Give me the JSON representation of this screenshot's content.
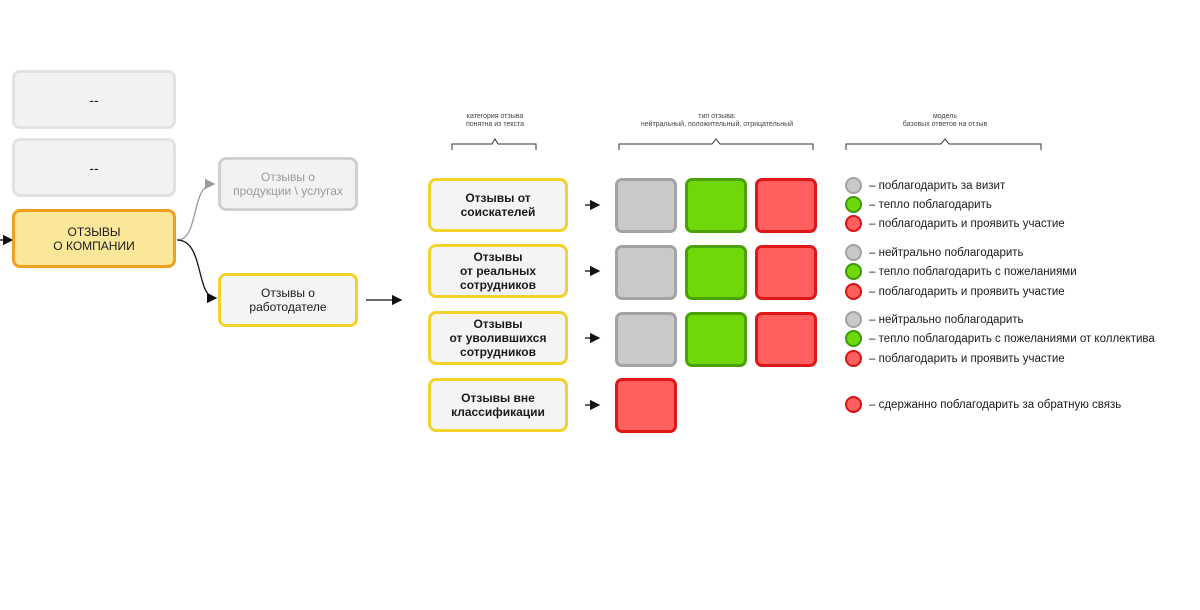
{
  "left": {
    "placeholder_1": "--",
    "placeholder_2": "--",
    "company_reviews": "ОТЗЫВЫ\nО КОМПАНИИ",
    "products_reviews": "Отзывы о\nпродукции \\ услугах",
    "employer_reviews": "Отзывы о\nработодателе"
  },
  "column_headers": {
    "category": "категория отзыва\nпонятна из текста",
    "type": "тип отзыва:\nнейтральный, положительный, отрицательный",
    "model": "модель\nбазовых ответов на отзыв"
  },
  "rows": [
    {
      "label": "Отзывы от\nсоискателей",
      "squares": [
        "gray",
        "green",
        "red"
      ],
      "legend": [
        {
          "color": "gray",
          "text": "– поблагодарить за визит"
        },
        {
          "color": "green",
          "text": "– тепло поблагодарить"
        },
        {
          "color": "red",
          "text": "– поблагодарить и проявить участие"
        }
      ]
    },
    {
      "label": "Отзывы\nот реальных\nсотрудников",
      "squares": [
        "gray",
        "green",
        "red"
      ],
      "legend": [
        {
          "color": "gray",
          "text": "– нейтрально поблагодарить"
        },
        {
          "color": "green",
          "text": "– тепло поблагодарить с пожеланиями"
        },
        {
          "color": "red",
          "text": "– поблагодарить и проявить участие"
        }
      ]
    },
    {
      "label": "Отзывы\nот уволившихся\nсотрудников",
      "squares": [
        "gray",
        "green",
        "red"
      ],
      "legend": [
        {
          "color": "gray",
          "text": "– нейтрально поблагодарить"
        },
        {
          "color": "green",
          "text": "– тепло поблагодарить с пожеланиями от коллектива"
        },
        {
          "color": "red",
          "text": "– поблагодарить и проявить участие"
        }
      ]
    },
    {
      "label": "Отзывы вне\nклассификации",
      "squares": [
        "red"
      ],
      "legend": [
        {
          "color": "red",
          "text": "– сдержанно поблагодарить за обратную связь"
        }
      ]
    }
  ],
  "colors": {
    "gray_fill": "#c9c9c9",
    "green_fill": "#6fd80a",
    "red_fill": "#ff5f5f",
    "highlight_border": "#f2d22b",
    "company_border": "#f2a01c"
  }
}
